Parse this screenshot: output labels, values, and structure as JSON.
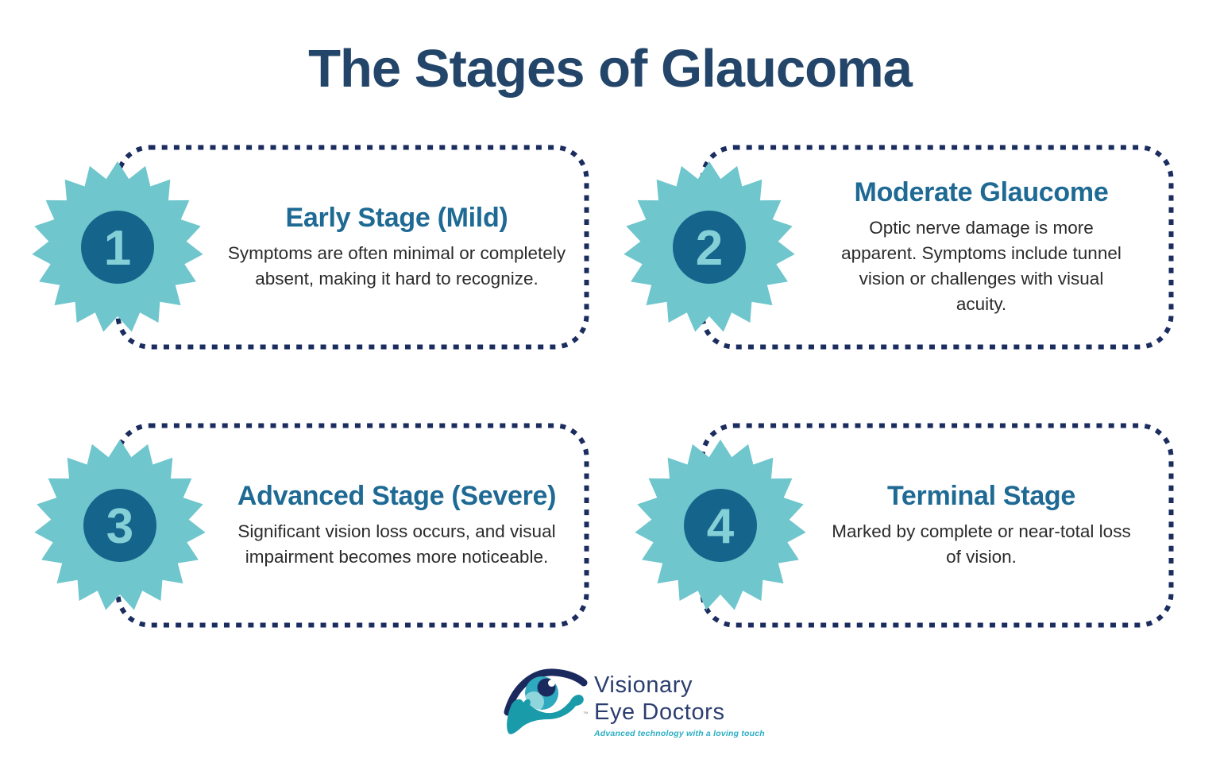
{
  "title": "The Stages of Glaucoma",
  "stages": [
    {
      "number": "1",
      "title": "Early Stage (Mild)",
      "description": "Symptoms are often minimal or completely absent, making it hard to recognize."
    },
    {
      "number": "2",
      "title": "Moderate Glaucome",
      "description": "Optic nerve damage is more apparent. Symptoms include tunnel vision or challenges with visual acuity."
    },
    {
      "number": "3",
      "title": "Advanced Stage (Severe)",
      "description": "Significant vision loss occurs, and visual impairment becomes more noticeable."
    },
    {
      "number": "4",
      "title": "Terminal Stage",
      "description": "Marked by complete or near-total loss of vision."
    }
  ],
  "logo": {
    "icon": "eye-in-hand-icon",
    "name_line1": "Visionary",
    "name_line2": "Eye Doctors",
    "trademark": "™",
    "tagline": "Advanced technology with a loving touch"
  },
  "colors": {
    "background": "#ffffff",
    "heading_navy": "#234569",
    "card_title_teal": "#1e6a94",
    "body_text": "#2b2b2b",
    "dotted_border_navy": "#1b2c5e",
    "starburst_teal": "#6fc6cd",
    "badge_circle_blue": "#15648c",
    "badge_number_teal": "#85d0d7",
    "logo_navy": "#2c3e70",
    "logo_hand_teal": "#199ba9",
    "logo_iris_teal": "#2fa9bf",
    "logo_tagline_teal": "#2aaec2"
  }
}
